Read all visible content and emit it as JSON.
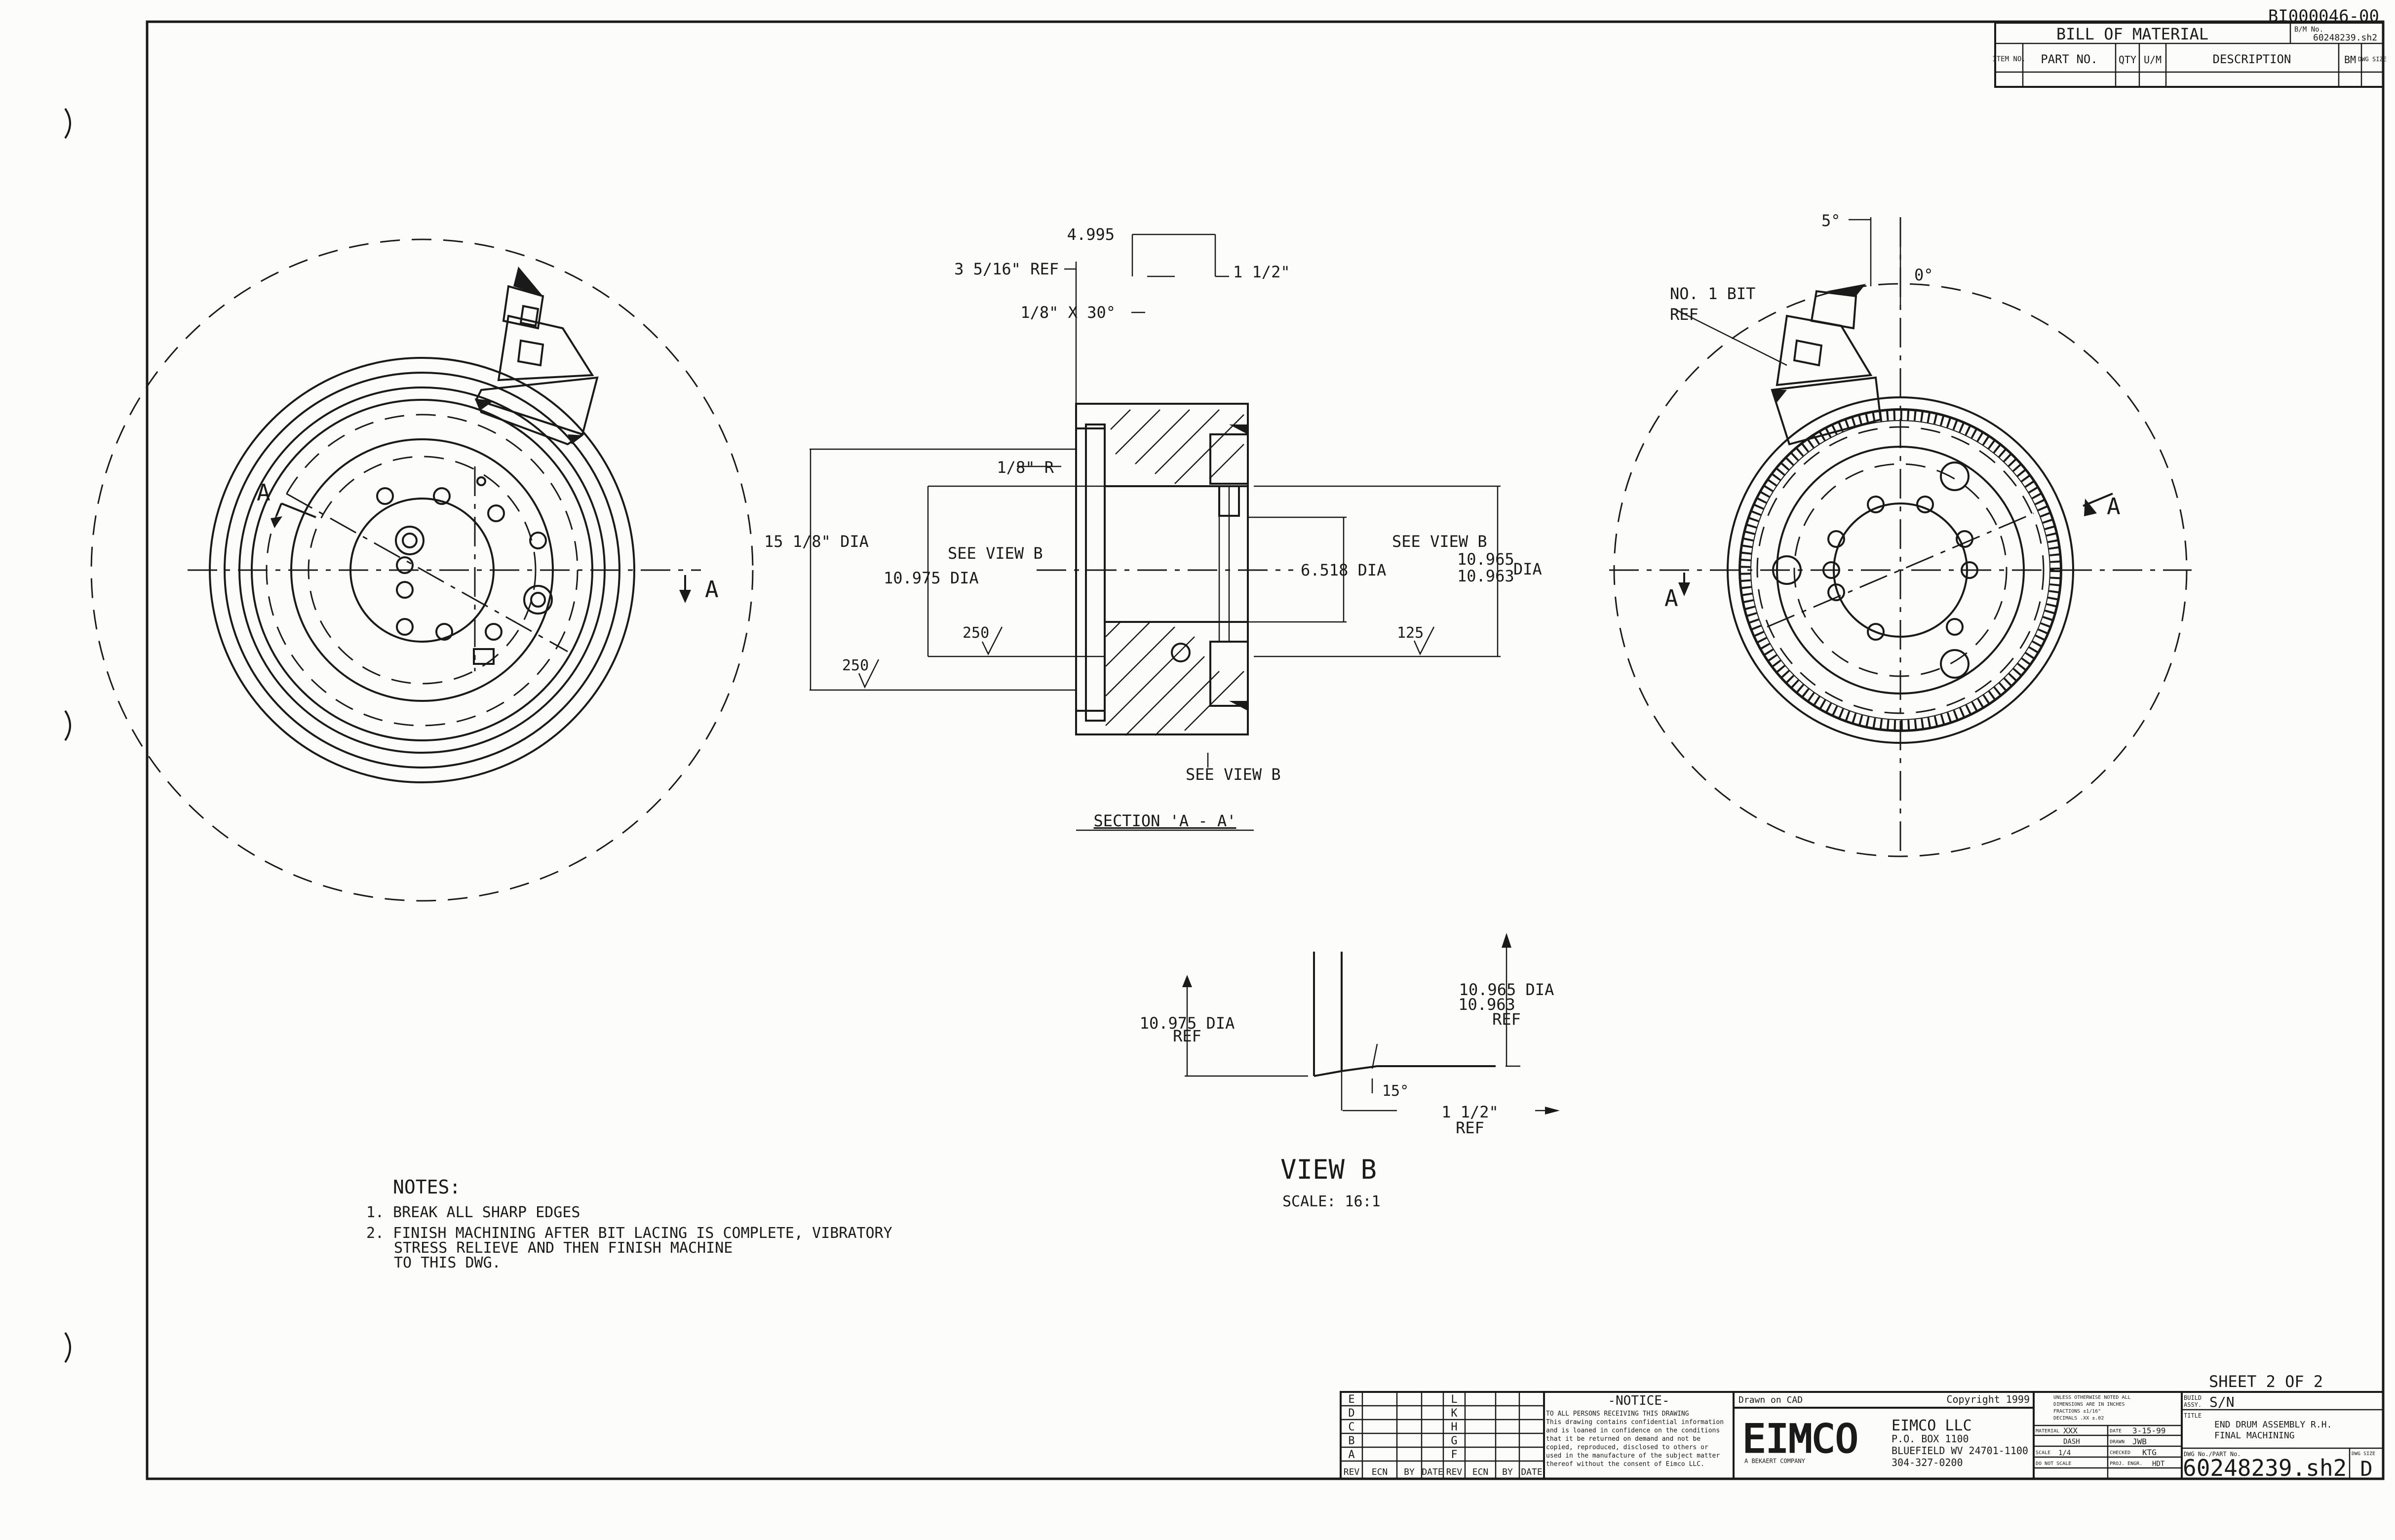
{
  "doc_id": "BI000046-00",
  "bom": {
    "title": "BILL OF MATERIAL",
    "bom_no_label": "B/M No.",
    "bom_no": "60248239.sh2",
    "headers": [
      "ITEM NO.",
      "PART NO.",
      "QTY",
      "U/M",
      "DESCRIPTION",
      "BM",
      "DWG SIZE"
    ]
  },
  "left_view": {
    "section_mark_a1": "A",
    "section_mark_a2": "A"
  },
  "section_view": {
    "dim_4995": "4.995",
    "dim_3_5_16": "3 5/16\" REF",
    "dim_1_1_2": "1 1/2\"",
    "dim_chamfer": "1/8\" X 30°",
    "dim_radius": "1/8\" R",
    "dim_15_1_8": "15 1/8\" DIA",
    "see_view_b_left": "SEE VIEW B",
    "dim_10975": "10.975 DIA",
    "finish_250_a": "250",
    "finish_250_b": "250",
    "dim_6518": "6.518 DIA",
    "see_view_b_right": "SEE VIEW B",
    "dim_10965": "10.965",
    "dim_10963": "10.963",
    "dim_dia": "DIA",
    "finish_125": "125",
    "see_view_b_bottom": "SEE VIEW B",
    "title": "SECTION 'A - A'"
  },
  "right_view": {
    "angle_5": "5°",
    "angle_0": "0°",
    "bit_label_1": "NO. 1 BIT",
    "bit_label_2": "REF",
    "section_mark_a1": "A",
    "section_mark_a2": "A"
  },
  "view_b": {
    "dim_10975_1": "10.975 DIA",
    "dim_10975_2": "REF",
    "dim_10965_1": "10.965 DIA",
    "dim_10965_2": "10.963",
    "dim_10965_3": "REF",
    "angle_15": "15°",
    "dim_1_1_2_1": "1 1/2\"",
    "dim_1_1_2_2": "REF",
    "title": "VIEW B",
    "scale": "SCALE: 16:1"
  },
  "notes": {
    "heading": "NOTES:",
    "items": [
      "1. BREAK ALL SHARP EDGES",
      "2. FINISH MACHINING AFTER BIT LACING IS COMPLETE, VIBRATORY",
      "STRESS RELIEVE AND THEN FINISH MACHINE",
      "TO THIS DWG."
    ]
  },
  "title_block": {
    "sheet": "SHEET 2 OF 2",
    "rev_letters_left": [
      "E",
      "D",
      "C",
      "B",
      "A"
    ],
    "rev_letters_right": [
      "L",
      "K",
      "H",
      "G",
      "F"
    ],
    "rev_footer": [
      "REV",
      "ECN",
      "BY",
      "DATE",
      "REV",
      "ECN",
      "BY",
      "DATE"
    ],
    "notice_title": "-NOTICE-",
    "notice_lines": [
      "TO ALL PERSONS RECEIVING THIS DRAWING",
      "This drawing contains confidential information",
      "and is loaned in confidence on the conditions",
      "that it be returned on demand and not be",
      "copied, reproduced, disclosed to others or",
      "used in the manufacture of the subject matter",
      "thereof without the consent of Eimco LLC."
    ],
    "drawn_on": "Drawn on CAD",
    "copyright": "Copyright 1999",
    "logo": "EIMCO",
    "logo_sub": "A BEKAERT COMPANY",
    "company": "EIMCO LLC",
    "address_1": "P.O. BOX 1100",
    "address_2": "BLUEFIELD WV 24701-1100",
    "phone": "304-327-0200",
    "tol_1": "UNLESS OTHERWISE NOTED ALL",
    "tol_2": "DIMENSIONS ARE IN INCHES",
    "tol_3": "FRACTIONS ±1/16\"",
    "tol_4": "DECIMALS .XX ±.02",
    "material_label": "MATERIAL",
    "material": "XXX",
    "dash_label": "DASH",
    "date_label": "DATE",
    "date": "3-15-99",
    "drawn_label": "DRAWN",
    "drawn": "JWB",
    "checked_label": "CHECKED",
    "checked": "KTG",
    "scale_label": "SCALE",
    "scale": "1/4",
    "donot": "DO NOT SCALE",
    "proj": "PROJ. ENGR.",
    "proj_val": "HDT",
    "build_label": "BUILD",
    "build_assy": "ASSY.",
    "build": "S/N",
    "title_label": "TITLE",
    "title_1": "END DRUM ASSEMBLY R.H.",
    "title_2": "FINAL MACHINING",
    "dwg_label": "DWG No./PART No.",
    "dwg_no": "60248239.sh2",
    "size_label": "DWG SIZE",
    "size": "D"
  }
}
